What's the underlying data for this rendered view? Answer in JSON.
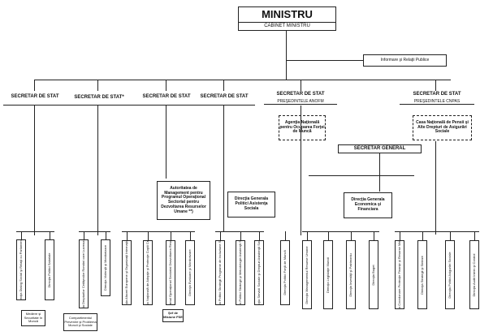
{
  "minister": {
    "title": "MINISTRU",
    "cabinet": "CABINET MINISTRU"
  },
  "public_relations": "Informare şi Relaţii Publice",
  "secretaries": [
    {
      "label": "SECRETAR DE STAT",
      "sublabel": ""
    },
    {
      "label": "SECRETAR DE STAT*",
      "sublabel": ""
    },
    {
      "label": "SECRETAR DE STAT",
      "sublabel": ""
    },
    {
      "label": "SECRETAR DE STAT",
      "sublabel": ""
    },
    {
      "label": "SECRETAR DE STAT",
      "sublabel": "PREŞEDINTELE ANOFM"
    },
    {
      "label": "SECRETAR DE STAT",
      "sublabel": "PREŞEDINTELE CNPAS"
    }
  ],
  "agencies": {
    "anofm": "Agenţia Naţională pentru Ocuparea Forţei de Muncă",
    "cnpas": "Casa Naţională de Pensii şi Alte Drepturi de Asigurări Sociale"
  },
  "secretary_general": "SECRETAR GENERAL",
  "management_authority": "Autoritatea de Management pentru Programul Operaţional Sectorial pentru Dezvoltarea Resurselor Umane **)",
  "social_assistance_dg": "Direcţia Generala Politici Asistenţa Sociala",
  "economic_dg": "Direcţia Generala Economica şi Financiara",
  "directorates": [
    "Direcţia Dialog Social şi Relaţii cu Parlamentul",
    "Direcţia Politici Salariale",
    "Direcţia Protecţia Drepturilor Cetăţenilor Români care Lucrează în Străinătate",
    "Direcţia Violenţă şi Monitorizare",
    "Direcţia Afaceri Europene şi Organizaţii Internaţionale",
    "Direcţia Naţională de Adopţie şi Protecţie Copiii Cetăţeni",
    "Direcţia Programul Operaţional Sectorial Dezvoltarea Resurselor Umane",
    "Direcţia Evaluare şi Monitorizare",
    "Direcţia Politici Strategii Programe de Incluziune Socială",
    "Direcţia Politici Strategii şi Metodologie Asistenţă Socială",
    "Direcţia Servicii Sociale şi Drepturi Asistenţă Socială",
    "Direcţia Politici Forţă de Muncă",
    "Direcţia Managementul Resurse Umane",
    "Direcţia Legislaţie Muncii",
    "Direcţia Investiţii şi Patrimoniu",
    "Direcţia Buget",
    "Direcţia Coordonare Protecţie Finanţe şi Resurse Materiale",
    "Direcţia Strategii şi Sinteze",
    "Direcţia Politici Asigurări Sociale",
    "Direcţia Audit Intern şi Control"
  ],
  "notes": {
    "mediation": "Mediere şi Securitate în Muncă",
    "equal_opp": "Compartimentul Prevenire şi Problema Muncii şi Sociale",
    "fse": "Şef de Misiune FSE"
  }
}
